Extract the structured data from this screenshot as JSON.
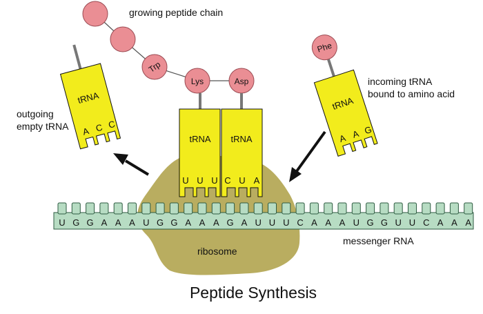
{
  "title": "Peptide Synthesis",
  "labels": {
    "peptide_chain": "growing peptide chain",
    "outgoing_line1": "outgoing",
    "outgoing_line2": "empty tRNA",
    "incoming_line1": "incoming tRNA",
    "incoming_line2": "bound to amino acid",
    "ribosome": "ribosome",
    "mrna": "messenger RNA"
  },
  "mrna_sequence": [
    "U",
    "G",
    "G",
    "A",
    "A",
    "A",
    "U",
    "G",
    "G",
    "A",
    "A",
    "A",
    "G",
    "A",
    "U",
    "U",
    "U",
    "C",
    "A",
    "A",
    "A",
    "U",
    "G",
    "G",
    "U",
    "U",
    "C",
    "A",
    "A",
    "A"
  ],
  "peptide": {
    "unlabeled_count": 2,
    "amino_acids": [
      "Trp",
      "Lys",
      "Asp"
    ]
  },
  "trnas": [
    {
      "id": "outgoing",
      "label": "tRNA",
      "anticodon": [
        "A",
        "C",
        "C"
      ]
    },
    {
      "id": "site-1",
      "label": "tRNA",
      "anticodon": [
        "U",
        "U",
        "U"
      ],
      "amino_acid": "Lys"
    },
    {
      "id": "site-2",
      "label": "tRNA",
      "anticodon": [
        "C",
        "U",
        "A"
      ],
      "amino_acid": "Asp"
    },
    {
      "id": "incoming",
      "label": "tRNA",
      "anticodon": [
        "A",
        "A",
        "G"
      ],
      "amino_acid": "Phe"
    }
  ],
  "colors": {
    "trna_fill": "#f2ec1c",
    "amino_acid_fill": "#ea8e94",
    "ribosome_fill": "#b9ad60",
    "mrna_fill": "#b7dcc3",
    "stem": "#777777",
    "arrow": "#111111"
  }
}
